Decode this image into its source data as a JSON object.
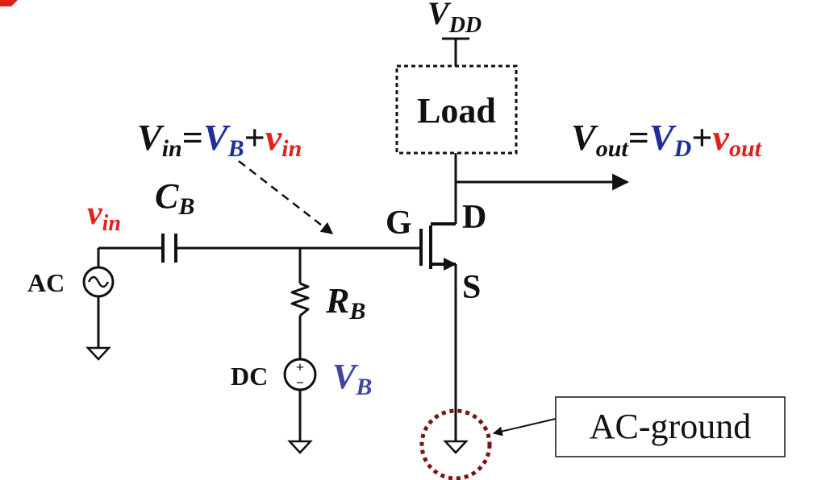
{
  "colors": {
    "black": "#111111",
    "red": "#e0201b",
    "blue": "#1f2f9a",
    "blue_light": "#3d46a0",
    "dark_red": "#7a1414"
  },
  "supply": {
    "V": "V",
    "sub": "DD"
  },
  "load": {
    "label": "Load"
  },
  "vin_eq": {
    "lhs": "V",
    "lhs_sub": "in",
    "eq": "=",
    "dc": "V",
    "dc_sub": "B",
    "plus": "+",
    "ac": "v",
    "ac_sub": "in"
  },
  "vout_eq": {
    "lhs": "V",
    "lhs_sub": "out",
    "eq": "=",
    "dc": "V",
    "dc_sub": "D",
    "plus": "+",
    "ac": "v",
    "ac_sub": "out"
  },
  "source_ac": {
    "label": "AC",
    "signal": "v",
    "signal_sub": "in"
  },
  "capacitor": {
    "label": "C",
    "sub": "B"
  },
  "resistor": {
    "label": "R",
    "sub": "B"
  },
  "source_dc": {
    "label": "DC",
    "value": "V",
    "value_sub": "B",
    "plus": "+",
    "minus": "−"
  },
  "transistor": {
    "gate": "G",
    "drain": "D",
    "source": "S"
  },
  "ac_ground": {
    "label": "AC-ground"
  },
  "icons": [
    "ground-symbol-icon",
    "ac-source-icon",
    "dc-source-icon",
    "arrow-icon"
  ]
}
